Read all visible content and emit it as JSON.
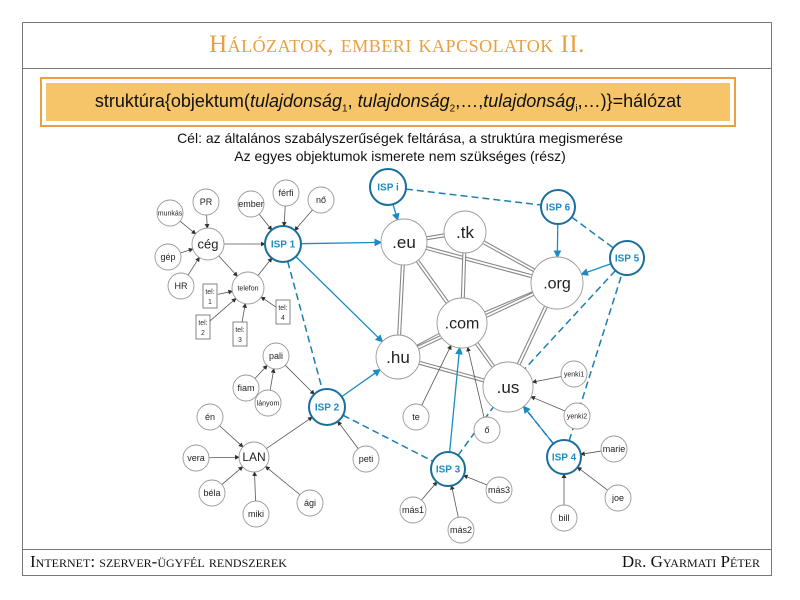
{
  "title": "Hálózatok, emberi kapcsolatok II.",
  "formula": {
    "prefix": "struktúra{objektum(",
    "term": "tulajdonság",
    "sub1": "1",
    "sep1": ", ",
    "sub2": "2",
    "sep2": ",…,",
    "subi": "i",
    "suffix": ",…)}=hálózat"
  },
  "goal_line1": "Cél: az általános szabályszerűségek feltárása, a struktúra megismerése",
  "goal_line2": "Az egyes objektumok ismerete nem szükséges (rész)",
  "footer_left": "Internet: szerver-ügyfél rendszerek",
  "footer_right": "Dr. Gyarmati Péter",
  "colors": {
    "accent": "#e8a040",
    "isp": "#1a8cc4",
    "node": "#888888"
  },
  "nodes": {
    "ispi": "ISP i",
    "isp6": "ISP 6",
    "isp5": "ISP 5",
    "isp1": "ISP 1",
    "isp2": "ISP 2",
    "isp3": "ISP 3",
    "isp4": "ISP 4",
    "eu": ".eu",
    "tk": ".tk",
    "org": ".org",
    "com": ".com",
    "hu": ".hu",
    "us": ".us",
    "ceg": "cég",
    "telefon": "telefon",
    "munkas": "munkás",
    "pr": "PR",
    "gep": "gép",
    "hr": "HR",
    "ember": "ember",
    "ferfi": "férfi",
    "no": "nő",
    "tel1": "tel: 1",
    "tel2": "tel: 2",
    "tel3": "tel: 3",
    "tel4": "tel: 4",
    "pali": "pali",
    "fiam": "fiam",
    "lanyom": "lányom",
    "en": "én",
    "vera": "vera",
    "lan": "LAN",
    "bela": "béla",
    "miki": "miki",
    "agi": "ági",
    "peti": "peti",
    "te": "te",
    "o": "ő",
    "mas1": "más1",
    "mas2": "más2",
    "mas3": "más3",
    "yenki1": "yenki1",
    "yenki2": "yenki2",
    "marie": "marie",
    "joe": "joe",
    "bill": "bill"
  }
}
